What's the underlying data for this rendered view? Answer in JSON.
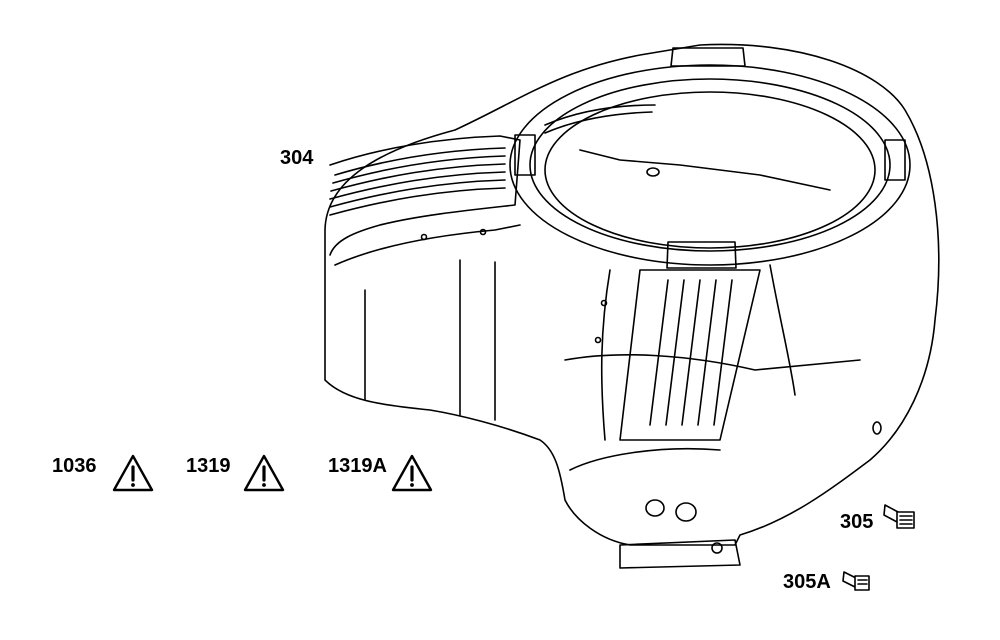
{
  "callouts": {
    "shroud": "304",
    "bolt": "305",
    "bolt_alt": "305A"
  },
  "warnings": [
    {
      "label": "1036",
      "icon": "warning-triangle-icon"
    },
    {
      "label": "1319",
      "icon": "warning-triangle-icon"
    },
    {
      "label": "1319A",
      "icon": "warning-triangle-icon"
    }
  ],
  "colors": {
    "line": "#000000",
    "fill": "#ffffff",
    "background": "#ffffff"
  }
}
